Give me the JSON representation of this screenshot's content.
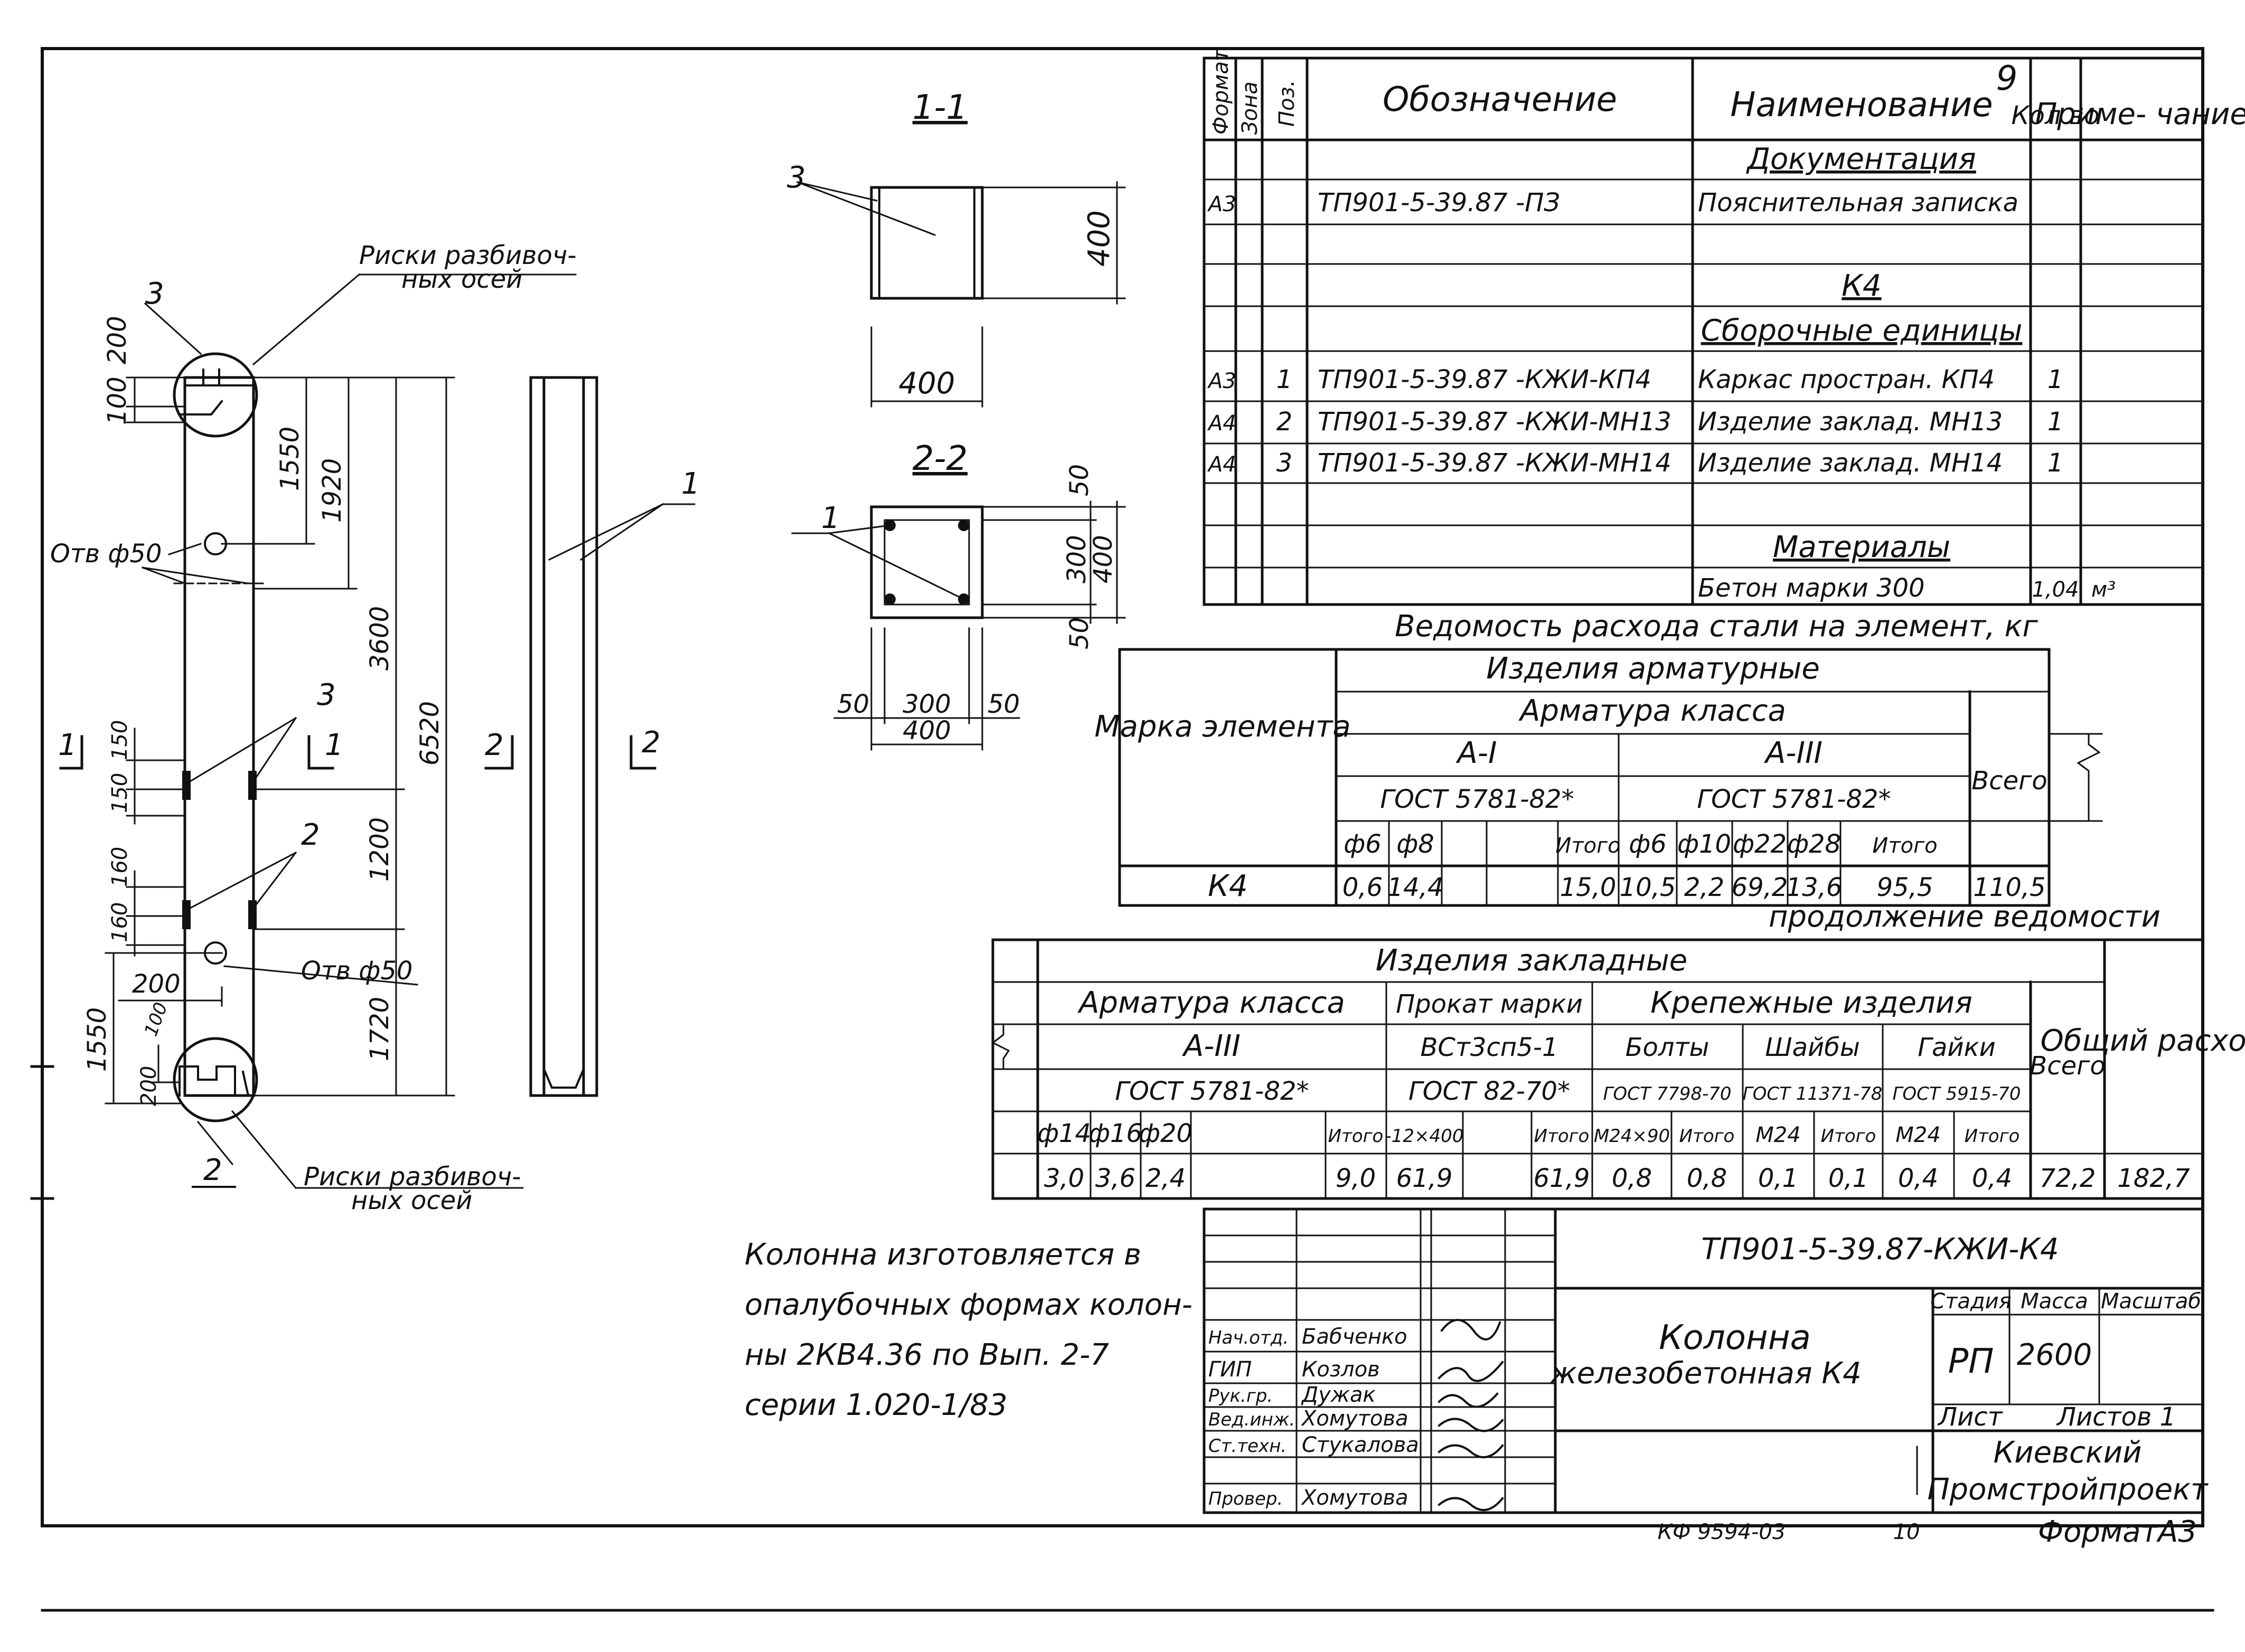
{
  "spec_table": {
    "headers": {
      "format": "Формат",
      "zone": "Зона",
      "pos": "Поз.",
      "designation": "Обозначение",
      "name": "Наименование",
      "qty": "Кол во",
      "note": "Приме- чание"
    },
    "sheet_mark": "9",
    "rows": [
      {
        "format": "",
        "pos": "",
        "designation": "",
        "name": "Документация",
        "qty": "",
        "note": "",
        "section": true
      },
      {
        "format": "А3",
        "pos": "",
        "designation": "ТП901-5-39.87 -ПЗ",
        "name": "Пояснительная записка",
        "qty": "",
        "note": ""
      },
      {
        "format": "",
        "pos": "",
        "designation": "",
        "name": "",
        "qty": "",
        "note": ""
      },
      {
        "format": "",
        "pos": "",
        "designation": "",
        "name": "К4",
        "qty": "",
        "note": "",
        "section": true
      },
      {
        "format": "",
        "pos": "",
        "designation": "",
        "name": "Сборочные единицы",
        "qty": "",
        "note": "",
        "section": true
      },
      {
        "format": "А3",
        "pos": "1",
        "designation": "ТП901-5-39.87 -КЖИ-КП4",
        "name": "Каркас простран. КП4",
        "qty": "1",
        "note": ""
      },
      {
        "format": "А4",
        "pos": "2",
        "designation": "ТП901-5-39.87 -КЖИ-МН13",
        "name": "Изделие заклад. МН13",
        "qty": "1",
        "note": ""
      },
      {
        "format": "А4",
        "pos": "3",
        "designation": "ТП901-5-39.87 -КЖИ-МН14",
        "name": "Изделие заклад. МН14",
        "qty": "1",
        "note": ""
      },
      {
        "format": "",
        "pos": "",
        "designation": "",
        "name": "",
        "qty": "",
        "note": ""
      },
      {
        "format": "",
        "pos": "",
        "designation": "",
        "name": "Материалы",
        "qty": "",
        "note": "",
        "section": true
      },
      {
        "format": "",
        "pos": "",
        "designation": "",
        "name": "Бетон марки 300",
        "qty": "1,04",
        "note": "м³"
      }
    ]
  },
  "steel_table": {
    "title": "Ведомость расхода стали на элемент, кг",
    "mark_header": "Марка элемента",
    "group": "Изделия арматурные",
    "class_header": "Арматура класса",
    "class_a1": "А-I",
    "class_a3": "А-III",
    "gost_a1": "ГОСТ 5781-82*",
    "gost_a3": "ГОСТ 5781-82*",
    "total_header": "Всего",
    "diameters": [
      "ф6",
      "ф8",
      "",
      "Итого",
      "ф6",
      "ф10",
      "ф22",
      "ф28",
      "Итого"
    ],
    "row": {
      "mark": "К4",
      "values": [
        "0,6",
        "14,4",
        "",
        "15,0",
        "10,5",
        "2,2",
        "69,2",
        "13,6",
        "95,5"
      ],
      "total": "110,5"
    }
  },
  "embed_table": {
    "continuation": "продолжение ведомости",
    "group": "Изделия закладные",
    "rebar_class": "Арматура класса",
    "rebar_grade": "А-III",
    "rebar_gost": "ГОСТ 5781-82*",
    "rolled_header": "Прокат марки",
    "rolled_grade": "ВСт3сп5-1",
    "rolled_gost": "ГОСТ 82-70*",
    "fasteners_header": "Крепежные изделия",
    "bolts": "Болты",
    "washers": "Шайбы",
    "nuts": "Гайки",
    "bolts_gost": "ГОСТ 7798-70",
    "washers_gost": "ГОСТ 11371-78",
    "nuts_gost": "ГОСТ 5915-70",
    "total_header": "Всего",
    "overall_header": "Общий расход",
    "sizes": [
      "ф14",
      "ф16",
      "ф20",
      "",
      "Итого",
      "-12×400",
      "",
      "Итого",
      "М24×90",
      "Итого",
      "М24",
      "Итого",
      "М24",
      "Итого"
    ],
    "values": [
      "3,0",
      "3,6",
      "2,4",
      "",
      "9,0",
      "61,9",
      "",
      "61,9",
      "0,8",
      "0,8",
      "0,1",
      "0,1",
      "0,4",
      "0,4"
    ],
    "total": "72,2",
    "overall": "182,7"
  },
  "drawing": {
    "section_1": "1-1",
    "section_2": "2-2",
    "dims": {
      "d200_top": "200",
      "d100": "100",
      "d1550_top": "1550",
      "d1920": "1920",
      "d3600": "3600",
      "d6520": "6520",
      "d150a": "150",
      "d150b": "150",
      "d1200": "1200",
      "d160a": "160",
      "d160b": "160",
      "d1550_bot": "1550",
      "d200_bot": "200",
      "d100_bot": "100",
      "d1720": "1720",
      "d200_low": "200",
      "s1_400_w": "400",
      "s1_400_h": "400",
      "s2_50_top": "50",
      "s2_300_v": "300",
      "s2_400_v": "400",
      "s2_50_bot": "50",
      "s2_50_l": "50",
      "s2_300_h": "300",
      "s2_50_r": "50",
      "s2_400_h": "400"
    },
    "labels": {
      "risk_top_1": "Риски разбивоч-",
      "risk_top_2": "ных осей",
      "risk_bot_1": "Риски разбивоч-",
      "risk_bot_2": "ных осей",
      "hole_top": "Отв ф50",
      "hole_bot": "Отв ф50",
      "pos3_top": "3",
      "pos3_mid": "3",
      "pos2_mid": "2",
      "pos2_bot": "2",
      "pos1": "1",
      "s1_pos3": "3",
      "s2_pos1": "1",
      "cut_1_left": "1",
      "cut_1_right": "1",
      "cut_2_left": "2",
      "cut_2_right": "2"
    }
  },
  "note": {
    "line1": "Колонна изготовляется в",
    "line2": "опалубочных формах колон-",
    "line3": "ны 2КВ4.36 по Вып. 2-7",
    "line4": "серии 1.020-1/83"
  },
  "title_block": {
    "code": "ТП901-5-39.87-КЖИ-К4",
    "name_1": "Колонна",
    "name_2": "железобетонная К4",
    "stage_header": "Стадия",
    "mass_header": "Масса",
    "scale_header": "Масштаб",
    "stage": "РП",
    "mass": "2600",
    "sheet": "Лист",
    "sheets": "Листов 1",
    "org_1": "Киевский",
    "org_2": "Промстройпроект",
    "staff": [
      {
        "role": "Нач.отд.",
        "name": "Бабченко"
      },
      {
        "role": "ГИП",
        "name": "Козлов"
      },
      {
        "role": "Рук.гр.",
        "name": "Дужак"
      },
      {
        "role": "Вед.инж.",
        "name": "Хомутова"
      },
      {
        "role": "Ст.техн.",
        "name": "Стукалова"
      },
      {
        "role": "Провер.",
        "name": "Хомутова"
      }
    ],
    "footer_code": "КФ 9594-03",
    "footer_num": "10",
    "format": "ФорматА3"
  }
}
